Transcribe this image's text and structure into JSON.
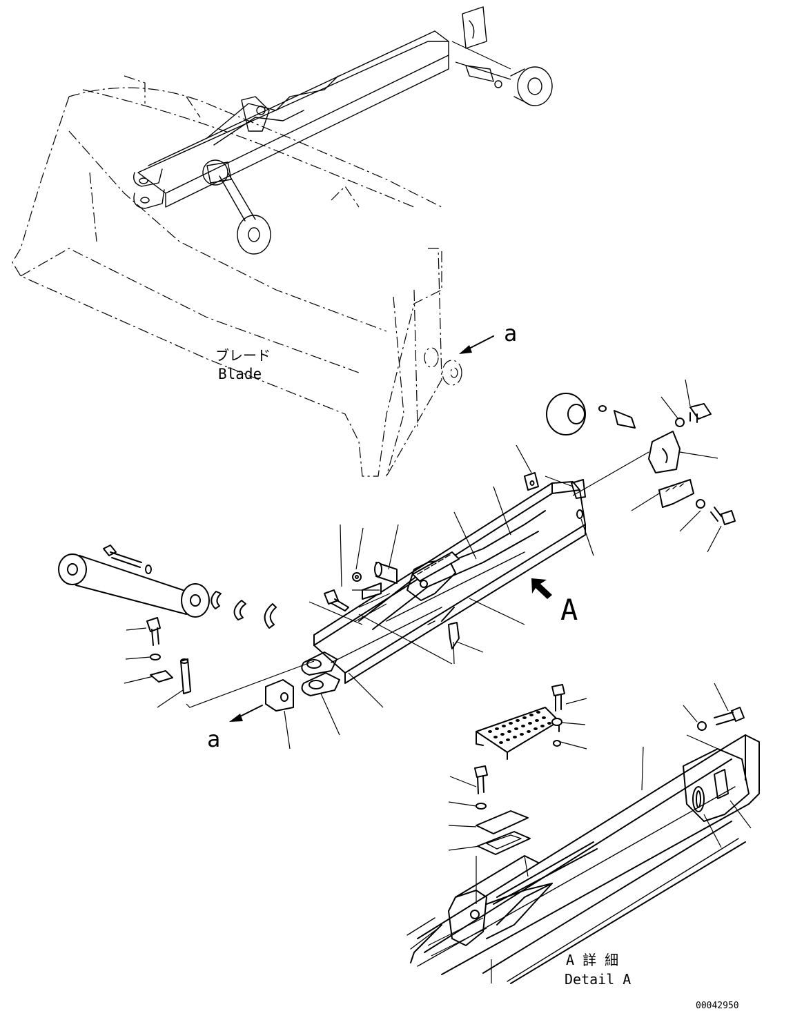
{
  "blade": {
    "label_jp": "ブレード",
    "label_en": "Blade"
  },
  "view_ref": {
    "upper_a": "a",
    "lower_a": "a"
  },
  "detail_arrow": {
    "letter": "A"
  },
  "detail_caption": {
    "jp": "A 詳 細",
    "en": "Detail A"
  },
  "figure_number": "00042950"
}
